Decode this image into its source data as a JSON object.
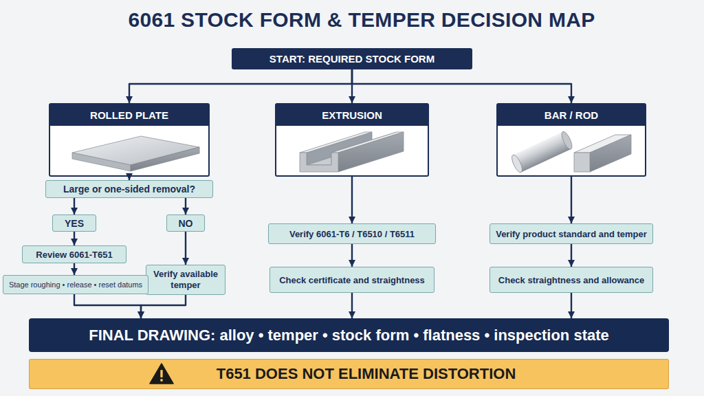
{
  "diagram": {
    "title": "6061 STOCK FORM & TEMPER DECISION MAP",
    "nodes": [
      {
        "text": [
          "START: REQUIRED STOCK FORM"
        ]
      },
      {
        "text": [
          "ROLLED PLATE"
        ]
      },
      {
        "text": [
          "EXTRUSION"
        ]
      },
      {
        "text": [
          "BAR / ROD"
        ]
      },
      {
        "text": [
          "Large or one-sided removal?"
        ]
      },
      {
        "text": [
          "YES"
        ]
      },
      {
        "text": [
          "NO"
        ]
      },
      {
        "text": [
          "Review 6061-T651"
        ]
      },
      {
        "text": [
          "Verify available temper"
        ]
      },
      {
        "text": [
          "Stage roughing • release • reset datums"
        ]
      },
      {
        "text": [
          "Verify 6061-T6 / T6510 / T6511"
        ]
      },
      {
        "text": [
          "Check certificate and straightness"
        ]
      },
      {
        "text": [
          "Verify product standard and temper"
        ]
      },
      {
        "text": [
          "Check straightness and allowance"
        ]
      },
      {
        "text": [
          "FINAL DRAWING: alloy • temper • stock form • flatness • inspection state"
        ]
      },
      {
        "text": [
          "T651 DOES NOT ELIMINATE DISTORTION"
        ]
      }
    ],
    "edges": [
      {
        "from": 0,
        "to": 1,
        "arrow": "to"
      },
      {
        "from": 0,
        "to": 2,
        "arrow": "to"
      },
      {
        "from": 0,
        "to": 3,
        "arrow": "to"
      },
      {
        "from": 1,
        "to": 4,
        "arrow": "to"
      },
      {
        "from": 4,
        "to": 5,
        "arrow": "to"
      },
      {
        "from": 4,
        "to": 6,
        "arrow": "to"
      },
      {
        "from": 5,
        "to": 7,
        "arrow": "to"
      },
      {
        "from": 6,
        "to": 8,
        "arrow": "to"
      },
      {
        "from": 7,
        "to": 9,
        "arrow": "to"
      },
      {
        "from": 9,
        "to": 14,
        "arrow": "to"
      },
      {
        "from": 8,
        "to": 14,
        "arrow": "to"
      },
      {
        "from": 2,
        "to": 10,
        "arrow": "to"
      },
      {
        "from": 10,
        "to": 11,
        "arrow": "to"
      },
      {
        "from": 11,
        "to": 14,
        "arrow": "to"
      },
      {
        "from": 3,
        "to": 12,
        "arrow": "to"
      },
      {
        "from": 12,
        "to": 13,
        "arrow": "to"
      },
      {
        "from": 13,
        "to": 14,
        "arrow": "to"
      }
    ]
  }
}
